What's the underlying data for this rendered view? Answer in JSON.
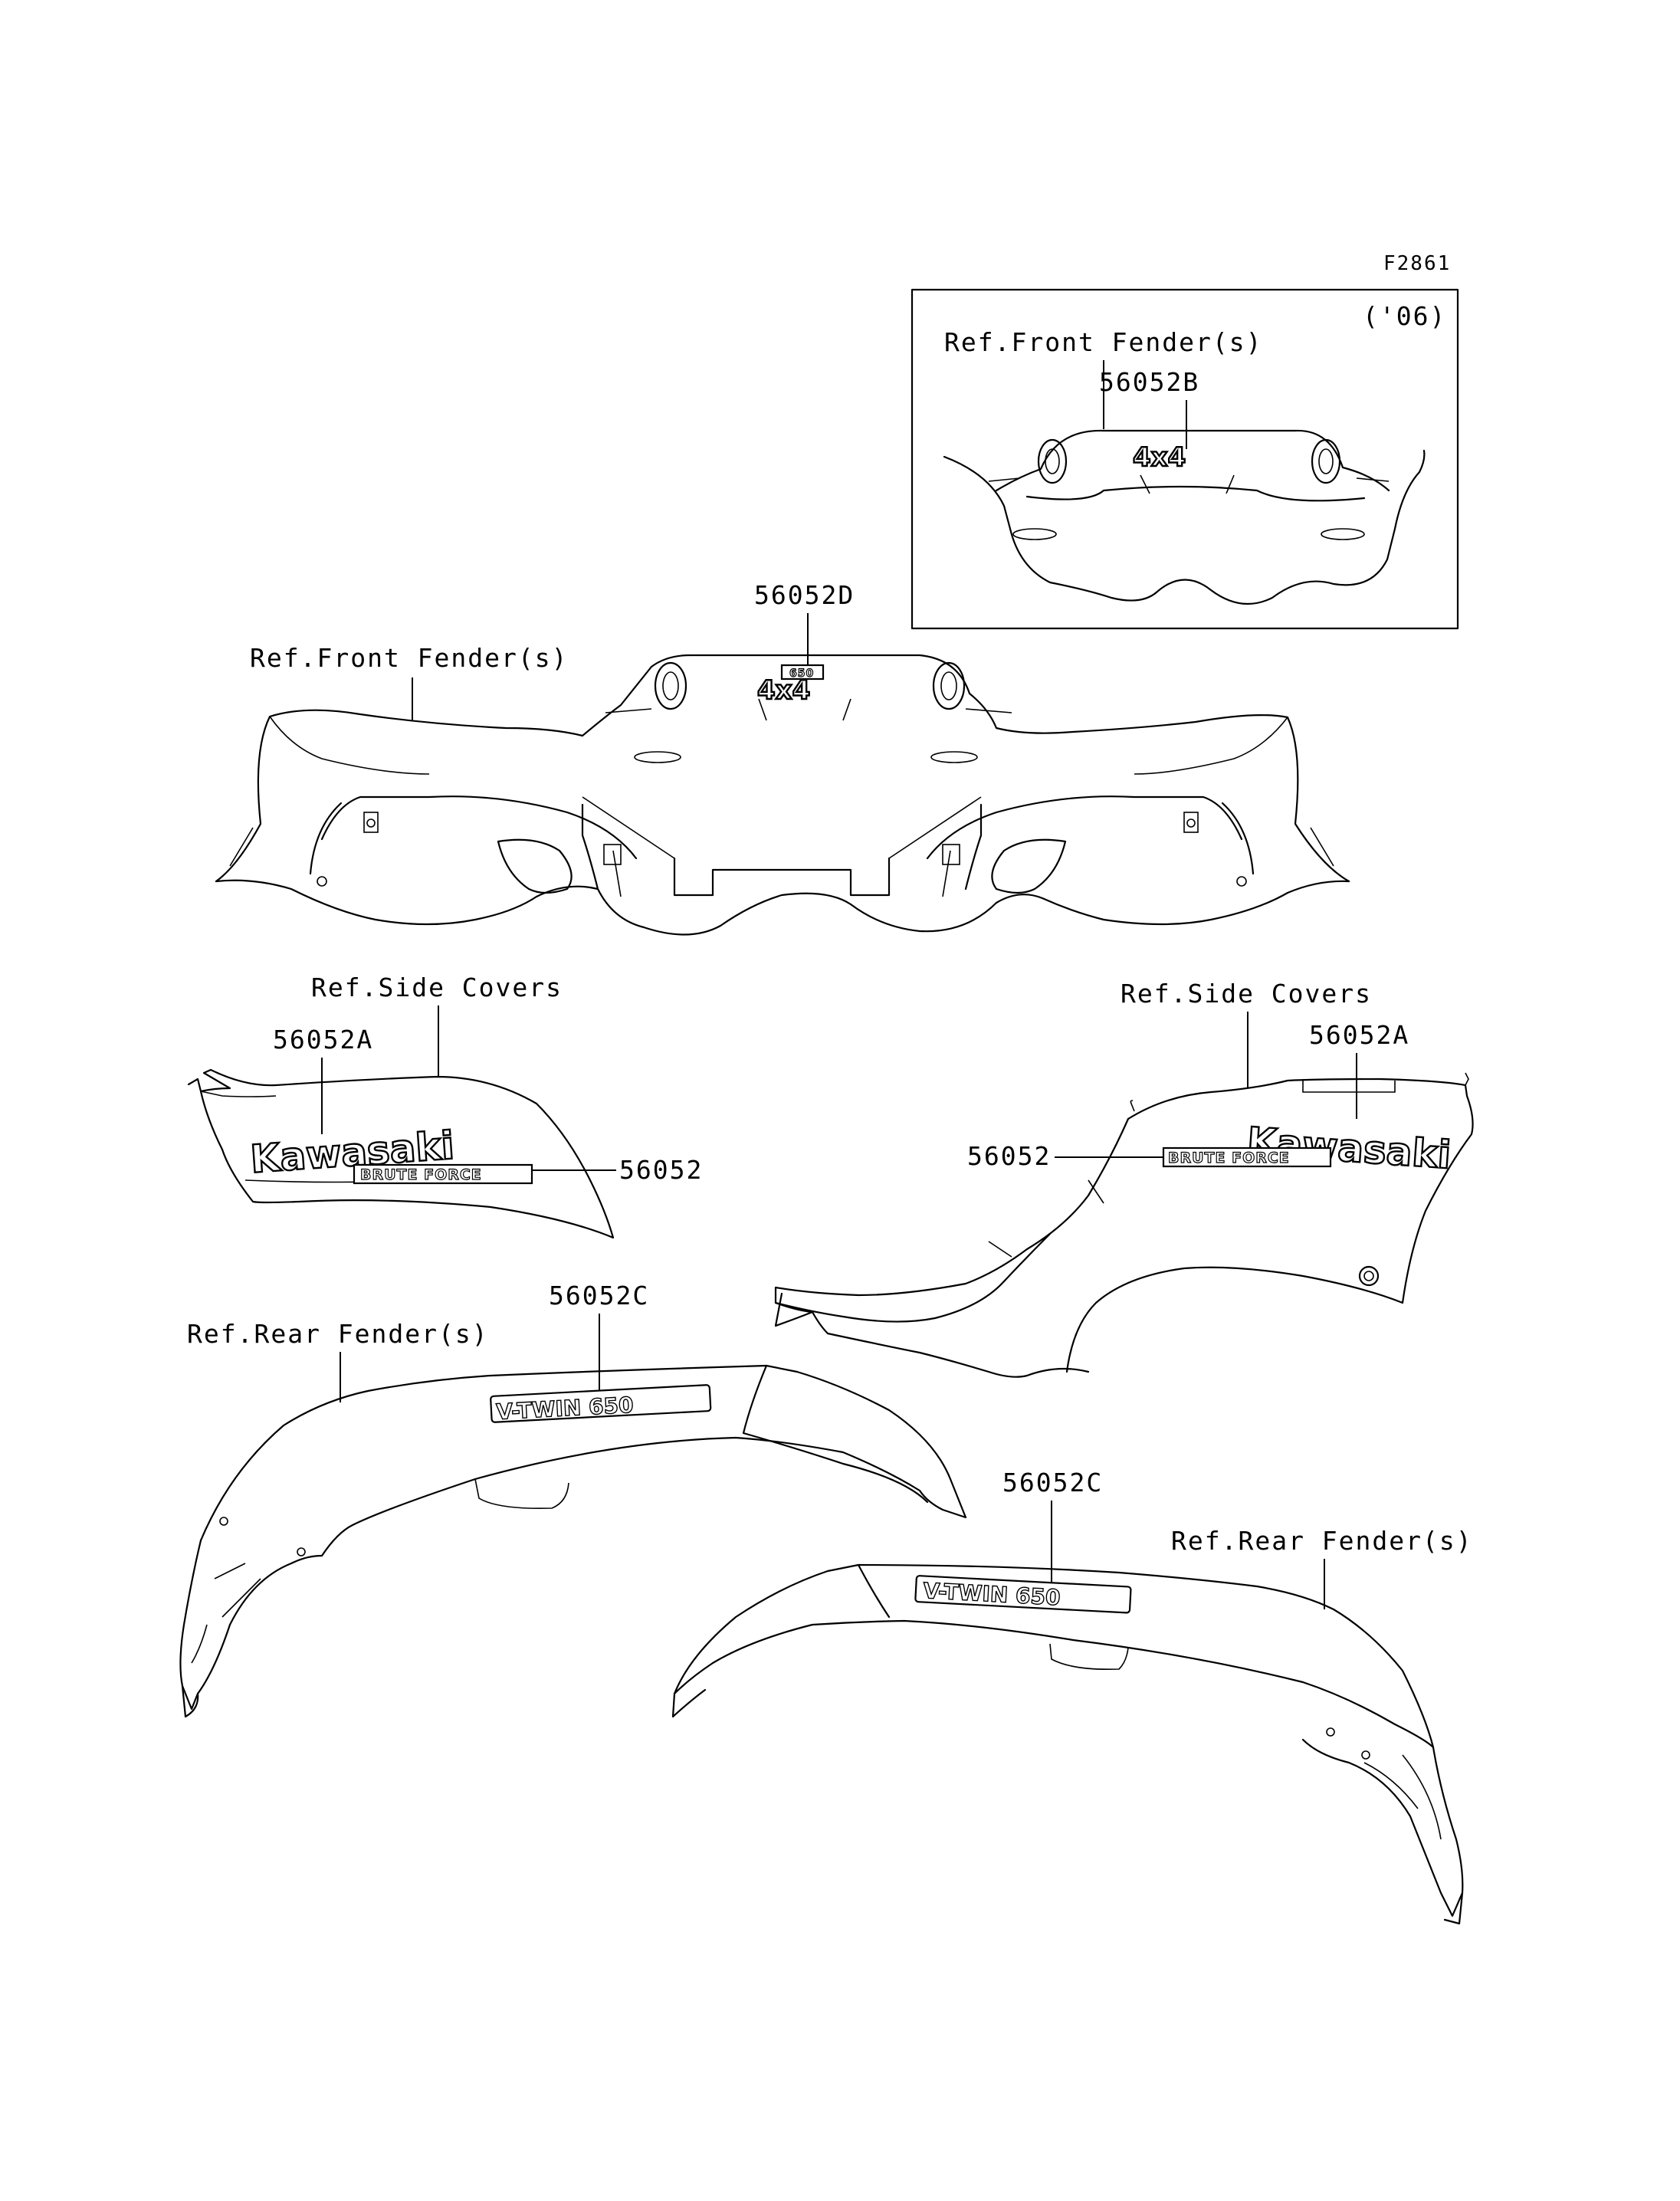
{
  "figure_code": "F2861",
  "inset": {
    "year_note": "('06)",
    "ref_label": "Ref.Front Fender(s)",
    "part_number": "56052B",
    "decal_text": "4x4"
  },
  "front_fender": {
    "ref_label": "Ref.Front Fender(s)",
    "part_number": "56052D",
    "decal_text": "4x4",
    "decal_badge": "650"
  },
  "side_cover_left": {
    "ref_label": "Ref.Side Covers",
    "part_number_a": "56052A",
    "part_number": "56052",
    "brand_text": "Kawasaki",
    "model_text": "BRUTE FORCE"
  },
  "side_cover_right": {
    "ref_label": "Ref.Side Covers",
    "part_number_a": "56052A",
    "part_number": "56052",
    "brand_text": "Kawasaki",
    "model_text": "BRUTE FORCE"
  },
  "rear_fender_left": {
    "ref_label": "Ref.Rear Fender(s)",
    "part_number": "56052C",
    "decal_text": "V-TWIN 650"
  },
  "rear_fender_right": {
    "ref_label": "Ref.Rear Fender(s)",
    "part_number": "56052C",
    "decal_text": "V-TWIN 650"
  }
}
